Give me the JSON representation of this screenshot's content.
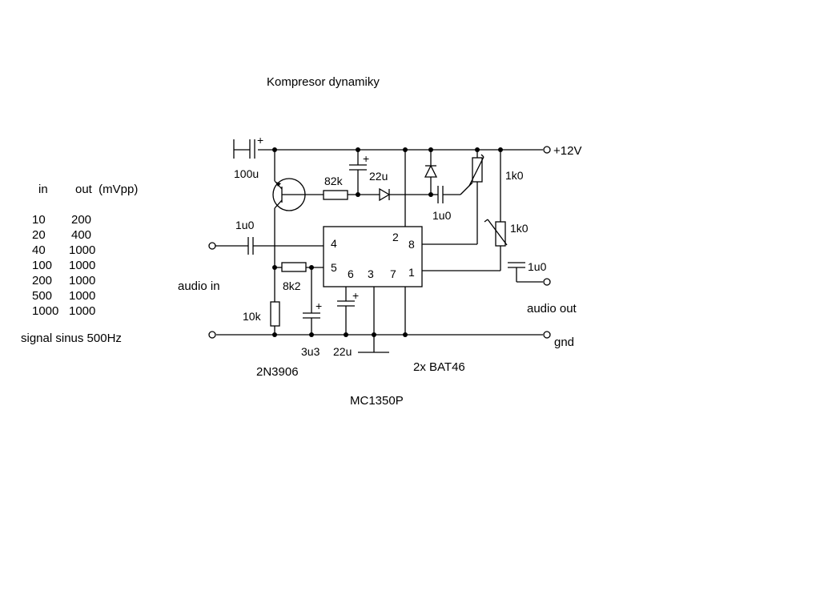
{
  "title": "Kompresor dynamiky",
  "table": {
    "header_in": "in",
    "header_out": "out  (mVpp)",
    "rows": [
      {
        "in": "10",
        "out": "200"
      },
      {
        "in": "20",
        "out": "400"
      },
      {
        "in": "40",
        "out": "1000"
      },
      {
        "in": "100",
        "out": "1000"
      },
      {
        "in": "200",
        "out": "1000"
      },
      {
        "in": "500",
        "out": "1000"
      },
      {
        "in": "1000",
        "out": "1000"
      }
    ],
    "note": "signal sinus 500Hz"
  },
  "labels": {
    "supply": "+12V",
    "audio_in": "audio in",
    "audio_out": "audio out",
    "gnd": "gnd",
    "plus": "+"
  },
  "components": {
    "c_100u": "100u",
    "c_22u_top": "22u",
    "r_82k": "82k",
    "c_1u0_diode": "1u0",
    "pot_top": "1k0",
    "pot_right": "1k0",
    "c_1u0_in": "1u0",
    "c_1u0_out": "1u0",
    "r_8k2": "8k2",
    "r_10k": "10k",
    "c_3u3": "3u3",
    "c_22u_bottom": "22u",
    "transistor": "2N3906",
    "diodes": "2x BAT46",
    "ic": "MC1350P"
  },
  "ic_pins": {
    "p4": "4",
    "p5": "5",
    "p2": "2",
    "p8": "8",
    "p6": "6",
    "p3": "3",
    "p7": "7",
    "p1": "1"
  }
}
